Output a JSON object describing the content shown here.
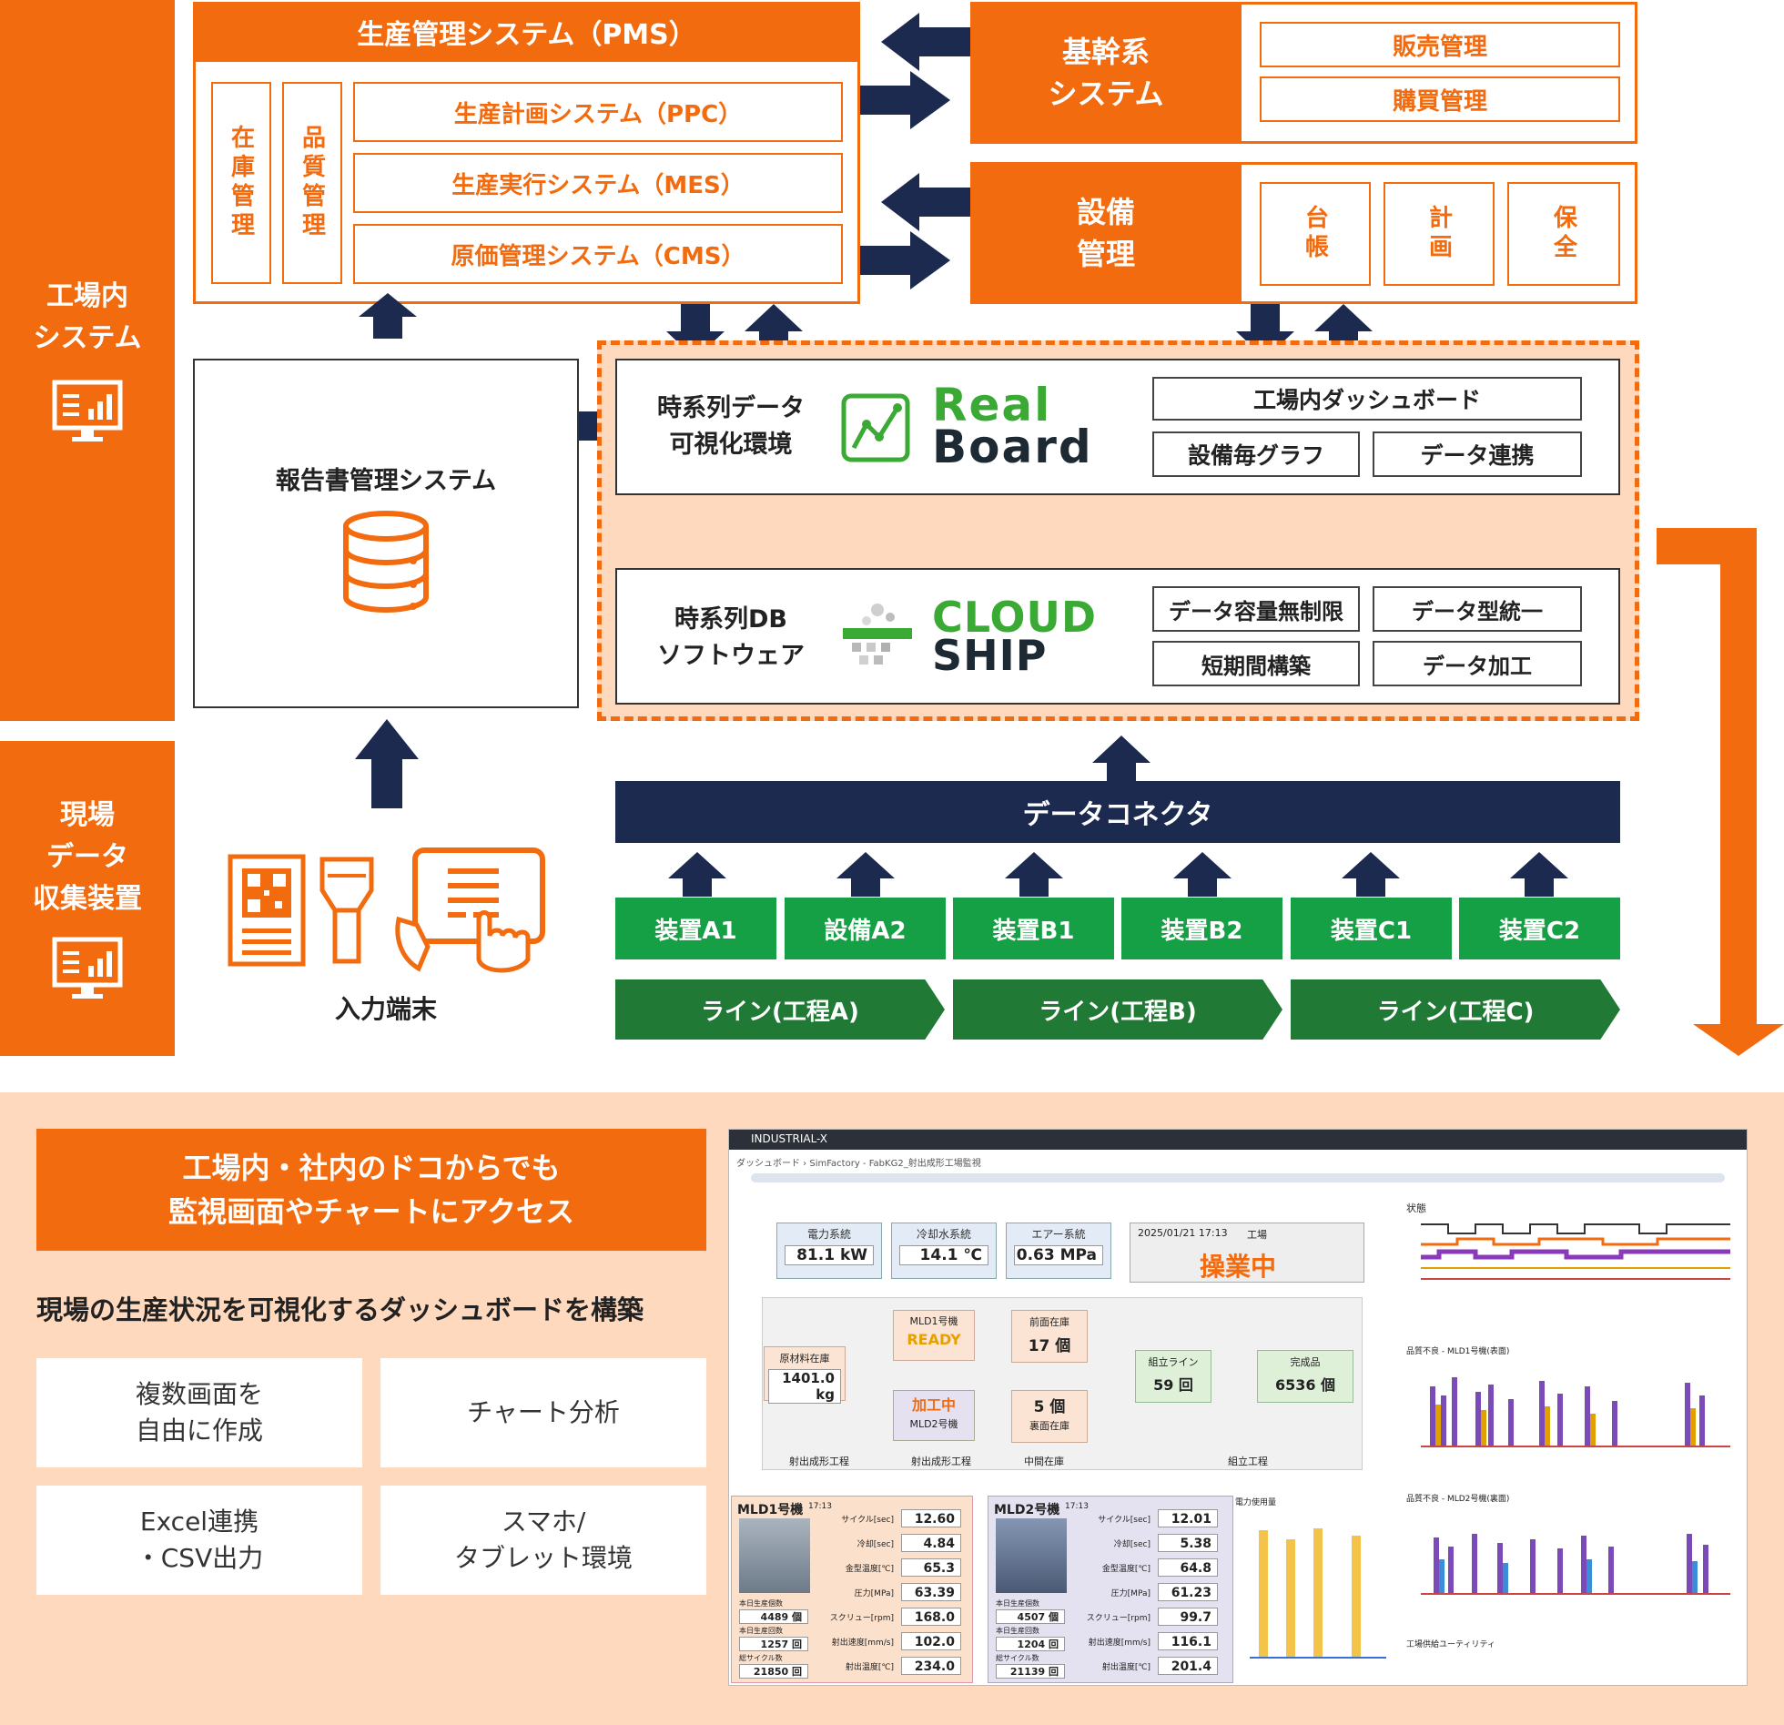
{
  "side": {
    "factory_system": "工場内\nシステム",
    "field_devices": "現場\nデータ\n収集装置"
  },
  "pms": {
    "title": "生産管理システム（PMS）",
    "inventory": "在庫管理",
    "quality": "品質管理",
    "ppc": "生産計画システム（PPC）",
    "mes": "生産実行システム（MES）",
    "cms": "原価管理システム（CMS）"
  },
  "core": {
    "title": "基幹系\nシステム",
    "sales": "販売管理",
    "purchase": "購買管理"
  },
  "equipment": {
    "title": "設備\n管理",
    "ledger": "台帳",
    "plan": "計画",
    "maintenance": "保全"
  },
  "report": {
    "title": "報告書管理システム",
    "terminal_label": "入力端末"
  },
  "realboard": {
    "desc": "時系列データ\n可視化環境",
    "logo_line1": "Real",
    "logo_line2": "Board",
    "feat1": "工場内ダッシュボード",
    "feat2": "設備毎グラフ",
    "feat3": "データ連携"
  },
  "cloudship": {
    "desc": "時系列DB\nソフトウェア",
    "logo_line1": "CLOUD",
    "logo_line2": "SHIP",
    "feat1": "データ容量無制限",
    "feat2": "データ型統一",
    "feat3": "短期間構築",
    "feat4": "データ加工"
  },
  "connector": "データコネクタ",
  "devices": [
    "装置A1",
    "設備A2",
    "装置B1",
    "装置B2",
    "装置C1",
    "装置C2"
  ],
  "lines": [
    "ライン(工程A)",
    "ライン(工程B)",
    "ライン(工程C)"
  ],
  "bottom": {
    "banner": "工場内・社内のドコからでも\n監視画面やチャートにアクセス",
    "headline": "現場の生産状況を可視化するダッシュボードを構築",
    "features": [
      "複数画面を\n自由に作成",
      "チャート分析",
      "Excel連携\n・CSV出力",
      "スマホ/\nタブレット環境"
    ]
  },
  "dashboard": {
    "app": "INDUSTRIAL-X",
    "breadcrumb": "ダッシュボード › SimFactory - FabKG2_射出成形工場監視",
    "power_label": "電力系統",
    "power_value": "81.1 kW",
    "cooling_label": "冷却水系統",
    "cooling_value": "14.1 ℃",
    "air_label": "エアー系統",
    "air_value": "0.63 MPa",
    "datetime": "2025/01/21 17:13",
    "factory_label": "工場",
    "status": "操業中",
    "raw_label": "原材料在庫",
    "raw_value": "1401.0 kg",
    "mld1": "MLD1号機",
    "mld1_state": "READY",
    "mld2_state": "加工中",
    "mld2": "MLD2号機",
    "front_stock": "前面在庫",
    "front_value": "17 個",
    "back_value": "5 個",
    "back_stock": "裏面在庫",
    "assembly": "組立ライン",
    "assembly_value": "59 回",
    "finished": "完成品",
    "finished_value": "6536 個",
    "sec1": "射出成形工程",
    "sec2": "射出成形工程",
    "sec3": "中間在庫",
    "sec4": "組立工程",
    "status_chart": "状態",
    "defect1": "品質不良 - MLD1号機(表面)",
    "defect2": "品質不良 - MLD2号機(裏面)",
    "power_usage": "電力使用量",
    "utility": "工場供給ユーティリティ",
    "m1_title": "MLD1号機",
    "m1_time": "17:13",
    "m2_title": "MLD2号機",
    "m2_time": "17:13",
    "metric_labels": [
      "サイクル[sec]",
      "冷却[sec]",
      "金型温度[℃]",
      "圧力[MPa]",
      "スクリュー[rpm]",
      "射出速度[mm/s]",
      "射出温度[℃]"
    ],
    "m1_values": [
      "12.60",
      "4.84",
      "65.3",
      "63.39",
      "168.0",
      "102.0",
      "234.0"
    ],
    "m2_values": [
      "12.01",
      "5.38",
      "64.8",
      "61.23",
      "99.7",
      "116.1",
      "201.4"
    ],
    "count_labels": [
      "本日生産個数",
      "本日生産回数",
      "総サイクル数"
    ],
    "m1_counts": [
      "4489 個",
      "1257 回",
      "21850 回"
    ],
    "m2_counts": [
      "4507 個",
      "1204 回",
      "21139 回"
    ]
  },
  "colors": {
    "orange": "#f26b0f",
    "navy": "#1b2a4e",
    "green": "#16a045",
    "dark_green": "#207a35",
    "peach": "#ffd9bd"
  }
}
